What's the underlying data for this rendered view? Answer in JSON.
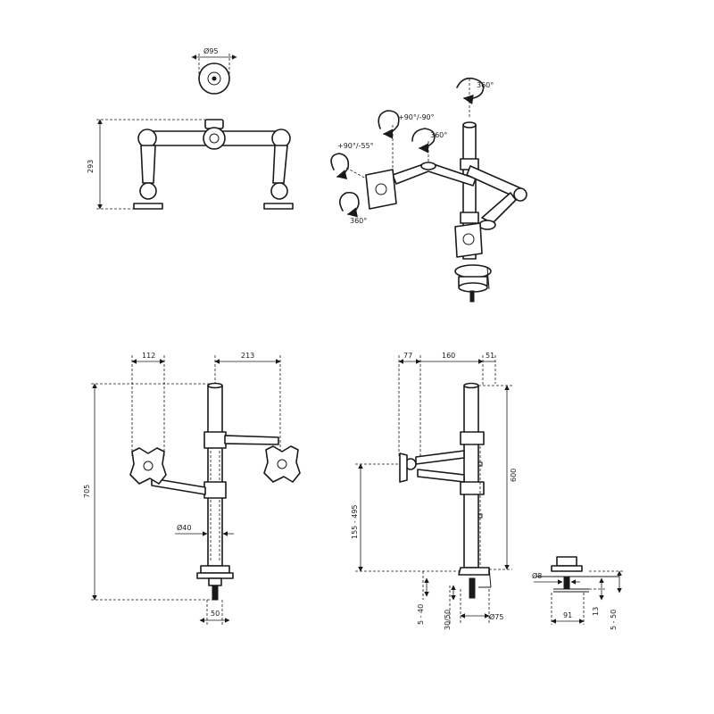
{
  "labels": {
    "top_diameter": "Ø95",
    "top_height": "293",
    "rot_top": "360°",
    "rot_tilt": "+90°/-90°",
    "rot_arm": "360°",
    "rot_side": "+90°/-55°",
    "rot_plate": "360°",
    "front_112": "112",
    "front_213": "213",
    "front_705": "705",
    "front_pole_diameter": "Ø40",
    "front_50": "50",
    "side_77": "77",
    "side_160": "160",
    "side_51": "51",
    "side_600": "600",
    "side_range": "155 - 495",
    "side_5_40": "5 - 40",
    "side_30_50": "30/50",
    "side_base_diameter": "Ø75",
    "clamp_diameter": "Ø8",
    "clamp_91": "91",
    "clamp_13": "13",
    "clamp_5_50": "5 - 50"
  }
}
